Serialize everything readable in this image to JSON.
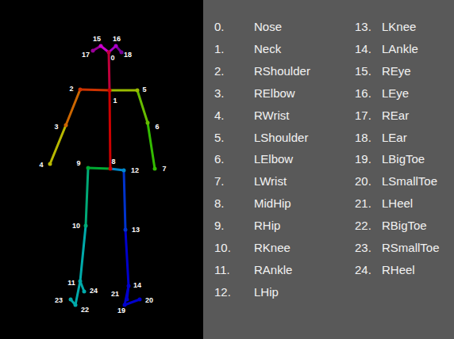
{
  "diagram": {
    "labels": [
      "0",
      "1",
      "2",
      "3",
      "4",
      "5",
      "6",
      "7",
      "8",
      "9",
      "10",
      "11",
      "12",
      "13",
      "14",
      "15",
      "16",
      "17",
      "18",
      "19",
      "20",
      "21",
      "22",
      "23",
      "24",
      "0.",
      "Nose",
      "13.",
      "LKnee",
      "1.",
      "Neck",
      "14.",
      "LAnkle",
      "2.",
      "RShoulder",
      "15.",
      "REye",
      "3.",
      "RElbow",
      "16.",
      "LEye",
      "4.",
      "RWrist",
      "17.",
      "REar",
      "5.",
      "LShoulder",
      "18.",
      "LEar",
      "6.",
      "LElbow",
      "19.",
      "LBigToe",
      "7.",
      "LWrist",
      "20.",
      "LSmallToe",
      "8.",
      "MidHip",
      "21.",
      "LHeel",
      "9.",
      "RHip",
      "22.",
      "RBigToe",
      "10.",
      "RKnee",
      "23.",
      "RSmallToe",
      "11.",
      "RAnkle",
      "24.",
      "RHeel",
      "12.",
      "LHip"
    ]
  }
}
